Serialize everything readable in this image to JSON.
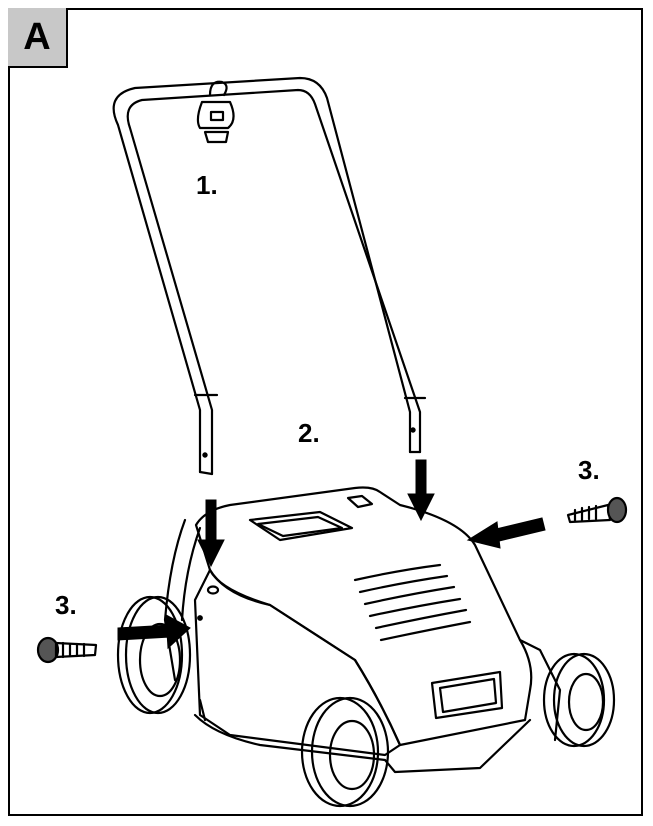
{
  "figure": {
    "label": "A",
    "label_bg": "#c8c8c8",
    "steps": {
      "handle": "1.",
      "insert": "2.",
      "screw_right": "3.",
      "screw_left": "3."
    }
  }
}
